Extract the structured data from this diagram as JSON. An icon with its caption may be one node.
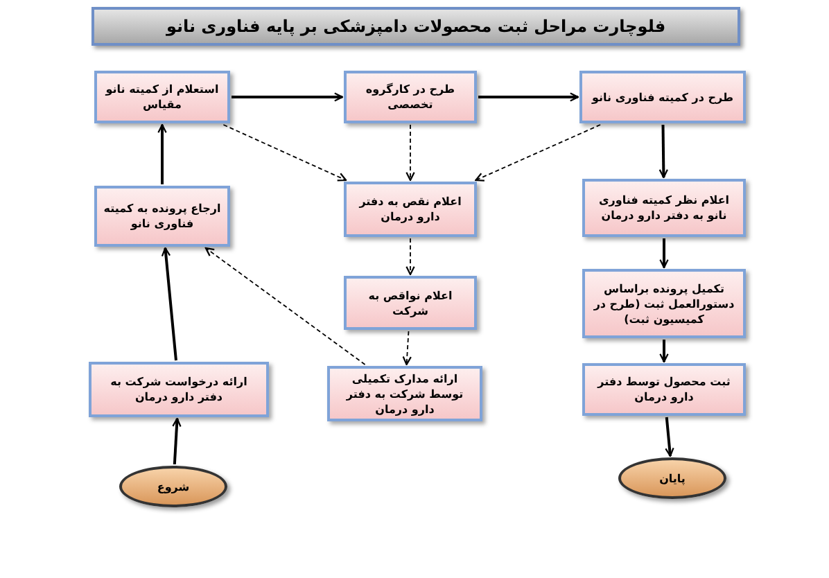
{
  "diagram": {
    "title": "فلوچارت مراحل ثبت محصولات دامپزشکی بر پایه فناوری نانو",
    "nodes": [
      {
        "text": [
          "طرح در کمیته فناوری نانو"
        ]
      },
      {
        "text": [
          "طرح در کارگروه تخصصی"
        ]
      },
      {
        "text": [
          "استعلام از کمیته نانو مقیاس"
        ]
      },
      {
        "text": [
          "اعلام نظر کمیته فناوری نانو به دفتر دارو درمان"
        ]
      },
      {
        "text": [
          "اعلام نقص به دفتر دارو درمان"
        ]
      },
      {
        "text": [
          "ارجاع پرونده به کمیته فناوری نانو"
        ]
      },
      {
        "text": [
          "تکمیل پرونده براساس دستورالعمل ثبت (طرح در کمیسیون ثبت)"
        ]
      },
      {
        "text": [
          "اعلام نواقص به شرکت"
        ]
      },
      {
        "text": [
          "ثبت محصول توسط دفتر دارو درمان"
        ]
      },
      {
        "text": [
          "ارائه مدارک تکمیلی توسط شرکت به دفتر دارو درمان"
        ]
      },
      {
        "text": [
          "ارائه درخواست شرکت به دفتر دارو درمان"
        ]
      },
      {
        "text": [
          "پایان"
        ]
      },
      {
        "text": [
          "شروع"
        ]
      }
    ],
    "edges": [
      {
        "from": 12,
        "to": 10,
        "arrow": "to"
      },
      {
        "from": 10,
        "to": 5,
        "arrow": "to"
      },
      {
        "from": 5,
        "to": 2,
        "arrow": "to"
      },
      {
        "from": 2,
        "to": 1,
        "arrow": "to"
      },
      {
        "from": 1,
        "to": 0,
        "arrow": "to"
      },
      {
        "from": 0,
        "to": 3,
        "arrow": "to"
      },
      {
        "from": 3,
        "to": 6,
        "arrow": "to"
      },
      {
        "from": 6,
        "to": 8,
        "arrow": "to"
      },
      {
        "from": 8,
        "to": 11,
        "arrow": "to"
      },
      {
        "from": 2,
        "to": 4,
        "arrow": "to",
        "style": "dashed"
      },
      {
        "from": 1,
        "to": 4,
        "arrow": "to",
        "style": "dashed"
      },
      {
        "from": 0,
        "to": 4,
        "arrow": "to",
        "style": "dashed"
      },
      {
        "from": 4,
        "to": 7,
        "arrow": "to",
        "style": "dashed"
      },
      {
        "from": 7,
        "to": 9,
        "arrow": "to",
        "style": "dashed"
      },
      {
        "from": 9,
        "to": 5,
        "arrow": "to",
        "style": "dashed"
      }
    ]
  }
}
